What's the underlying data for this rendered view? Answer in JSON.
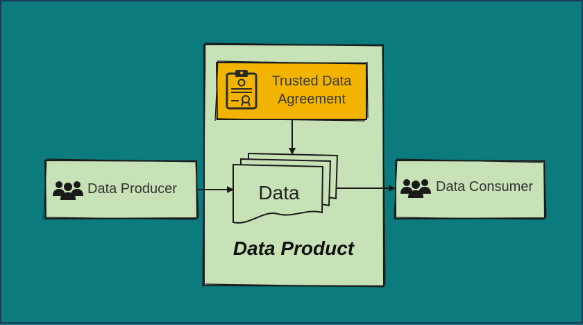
{
  "colors": {
    "background": "#0b7b7e",
    "box_fill": "#c7e2b6",
    "agreement_fill": "#f3b400",
    "stroke": "#1a1a1a"
  },
  "producer": {
    "label": "Data Producer",
    "icon": "people-group-icon"
  },
  "consumer": {
    "label": "Data Consumer",
    "icon": "people-group-icon"
  },
  "agreement": {
    "line1": "Trusted Data",
    "line2": "Agreement",
    "icon": "certificate-clipboard-icon"
  },
  "data_stack": {
    "label": "Data"
  },
  "product": {
    "label": "Data Product"
  }
}
